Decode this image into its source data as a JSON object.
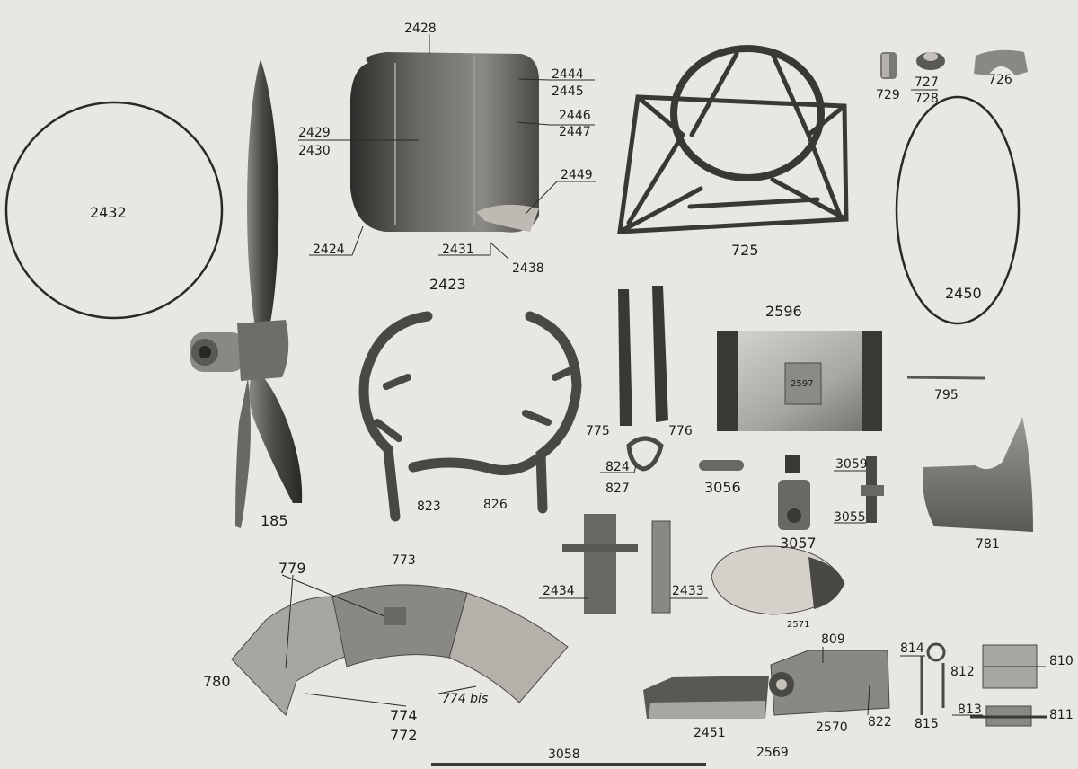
{
  "labels": {
    "l2428": "2428",
    "l2444": "2444",
    "l2445": "2445",
    "l2446": "2446",
    "l2447": "2447",
    "l2429": "2429",
    "l2430": "2430",
    "l2449": "2449",
    "l2424": "2424",
    "l2431": "2431",
    "l2438": "2438",
    "l2423": "2423",
    "l2432": "2432",
    "l185": "185",
    "l725": "725",
    "l729": "729",
    "l727": "727",
    "l728": "728",
    "l726": "726",
    "l2450": "2450",
    "l2596": "2596",
    "l2597": "2597",
    "l795": "795",
    "l775": "775",
    "l776": "776",
    "l823": "823",
    "l826": "826",
    "l824": "824",
    "l827": "827",
    "l3056": "3056",
    "l3057": "3057",
    "l3059": "3059",
    "l3055": "3055",
    "l781": "781",
    "l779": "779",
    "l773": "773",
    "l780": "780",
    "l774": "774",
    "l774bis": "774 bis",
    "l772": "772",
    "l2434": "2434",
    "l2433": "2433",
    "l2571": "2571",
    "l809": "809",
    "l814": "814",
    "l812": "812",
    "l810": "810",
    "l822": "822",
    "l2570": "2570",
    "l2451": "2451",
    "l2569": "2569",
    "l815": "815",
    "l813": "813",
    "l811": "811",
    "l3058": "3058"
  },
  "colors": {
    "paper": "#e9e7e2",
    "ink": "#1e1c1a",
    "metal_dark": "#3a3835",
    "metal_mid": "#7a7874",
    "metal_light": "#c9c6c0"
  }
}
